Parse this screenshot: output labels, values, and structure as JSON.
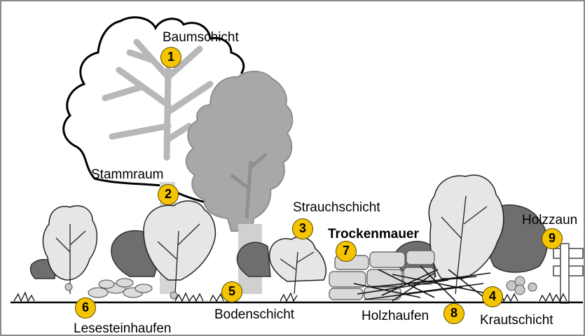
{
  "labels": {
    "baumschicht": "Baumschicht",
    "stammraum": "Stammraum",
    "strauchschicht": "Strauchschicht",
    "trockenmauer": "Trockenmauer",
    "holzzaun": "Holzzaun",
    "bodenschicht": "Bodenschicht",
    "lesesteinhaufen": "Lesesteinhaufen",
    "holzhaufen": "Holzhaufen",
    "krautschicht": "Krautschicht"
  },
  "badges": {
    "b1": "1",
    "b2": "2",
    "b3": "3",
    "b4": "4",
    "b5": "5",
    "b6": "6",
    "b7": "7",
    "b8": "8",
    "b9": "9"
  },
  "colors": {
    "badge_fill": "#f5c400",
    "foliage_light": "#e6e6e6",
    "foliage_mid": "#a8a8a8",
    "foliage_dark": "#6e6e6e",
    "ground": "#000000"
  }
}
